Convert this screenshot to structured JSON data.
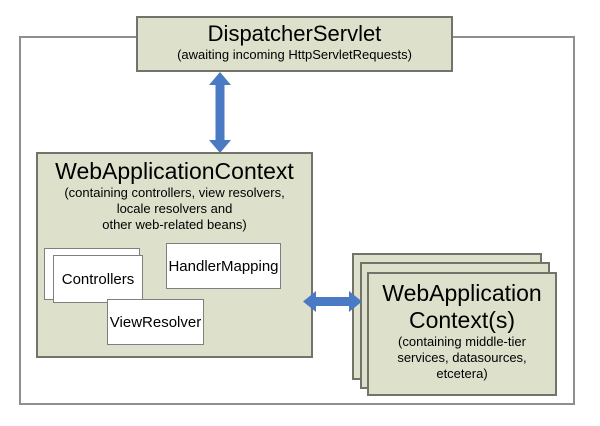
{
  "colors": {
    "background": "#ffffff",
    "box_fill": "#dde1cb",
    "box_border": "#73736a",
    "white_box_fill": "#ffffff",
    "white_box_border": "#7f7f7f",
    "frame_border": "#8f8f8f",
    "arrow_blue": "#4b7ac5",
    "text": "#000000"
  },
  "dispatcher_servlet": {
    "title": "DispatcherServlet",
    "subtitle": "(awaiting incoming HttpServletRequests)"
  },
  "web_application_context": {
    "title": "WebApplicationContext",
    "subtitle_lines": [
      "(containing controllers, view resolvers,",
      "locale resolvers and",
      "other web-related beans)"
    ],
    "beans": {
      "controllers": "Controllers",
      "handler_mapping": "HandlerMapping",
      "view_resolver": "ViewResolver"
    }
  },
  "middle_tier_context": {
    "title_lines": [
      "WebApplication",
      "Context(s)"
    ],
    "subtitle_lines": [
      "(containing middle-tier",
      "services, datasources,",
      "etcetera)"
    ]
  },
  "icons": {
    "vertical_arrow": "double-headed-arrow",
    "horizontal_arrow": "double-headed-arrow"
  }
}
